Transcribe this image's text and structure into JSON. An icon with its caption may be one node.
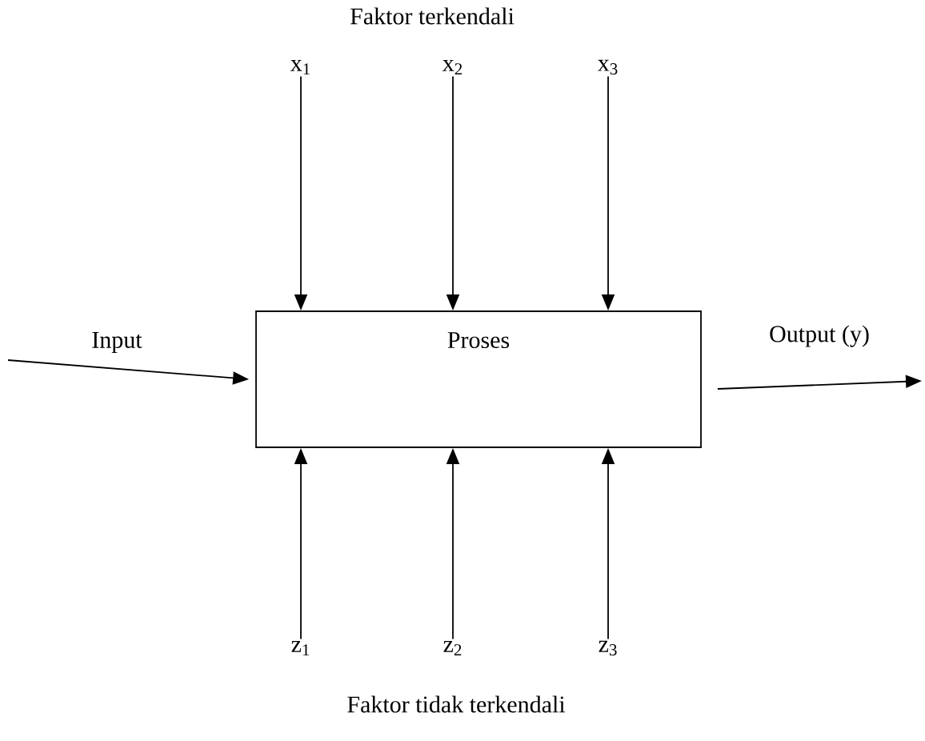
{
  "diagram": {
    "nodes": [
      {
        "text": [
          "Proses"
        ]
      },
      {
        "text": [
          "x$_{1}$"
        ]
      },
      {
        "text": [
          "x$_{2}$"
        ]
      },
      {
        "text": [
          "x$_{3}$"
        ]
      },
      {
        "text": [
          "z$_{1}$"
        ]
      },
      {
        "text": [
          "z$_{2}$"
        ]
      },
      {
        "text": [
          "z$_{3}$"
        ]
      }
    ],
    "edges": [
      {
        "from": 1,
        "to": 0,
        "arrow": "to"
      },
      {
        "from": 2,
        "to": 0,
        "arrow": "to"
      },
      {
        "from": 3,
        "to": 0,
        "arrow": "to"
      },
      {
        "from": 4,
        "to": 0,
        "arrow": "to"
      },
      {
        "from": 5,
        "to": 0,
        "arrow": "to"
      },
      {
        "from": 6,
        "to": 0,
        "arrow": "to"
      },
      {
        "from": null,
        "to": 0,
        "arrow": "to",
        "label": "Input"
      },
      {
        "from": 0,
        "to": null,
        "arrow": "to",
        "label": "Output (y)"
      }
    ],
    "labels": [
      "Faktor terkendali",
      "Faktor tidak terkendali"
    ]
  }
}
